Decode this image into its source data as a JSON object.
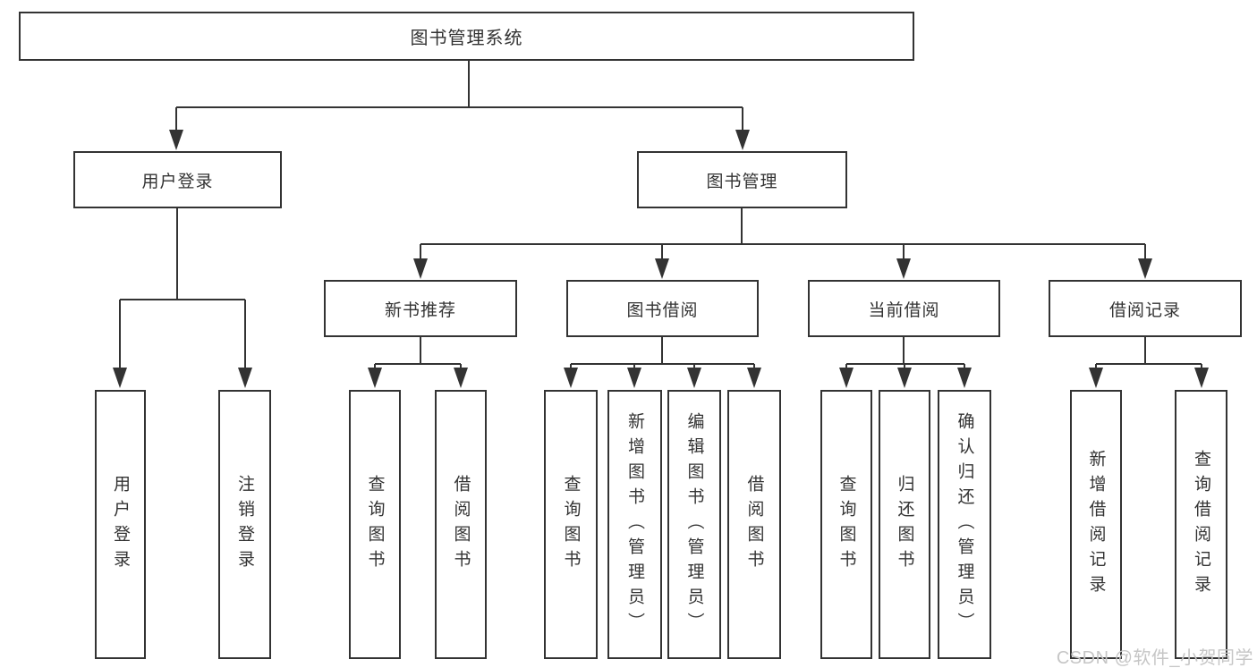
{
  "diagram": {
    "type": "hierarchy-tree",
    "tree": {
      "root_label": "图书管理系统",
      "branches": [
        {
          "label": "用户登录",
          "children": [
            "用户登录",
            "注销登录"
          ]
        },
        {
          "label": "图书管理",
          "sections": [
            {
              "label": "新书推荐",
              "children": [
                "查询图书",
                "借阅图书"
              ]
            },
            {
              "label": "图书借阅",
              "children": [
                "查询图书",
                "新增图书（管理员）",
                "编辑图书（管理员）",
                "借阅图书"
              ]
            },
            {
              "label": "当前借阅",
              "children": [
                "查询图书",
                "归还图书",
                "确认归还（管理员）"
              ]
            },
            {
              "label": "借阅记录",
              "children": [
                "新增借阅记录",
                "查询借阅记录"
              ]
            }
          ]
        }
      ]
    },
    "colors": {
      "line": "#333333",
      "box_border": "#333333",
      "text": "#333333",
      "background": "#ffffff",
      "watermark": "#c6c6c6"
    },
    "watermark": "CSDN @软件_小贺同学"
  }
}
